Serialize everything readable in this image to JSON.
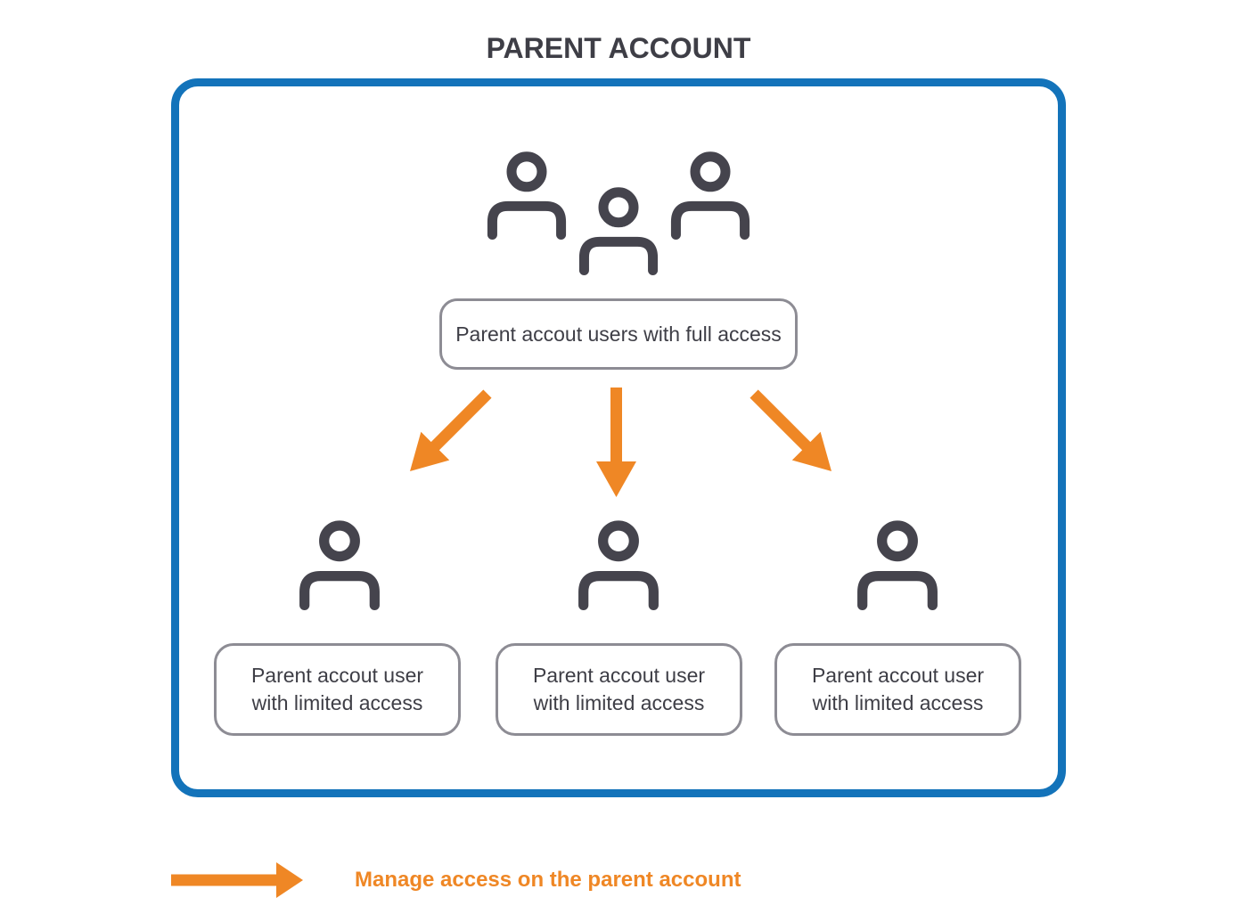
{
  "title": "PARENT ACCOUNT",
  "diagram": {
    "full_access_label": "Parent accout users with full access",
    "limited_users": [
      {
        "line1": "Parent accout user",
        "line2": "with limited access"
      },
      {
        "line1": "Parent accout user",
        "line2": "with limited access"
      },
      {
        "line1": "Parent accout user",
        "line2": "with limited access"
      }
    ]
  },
  "legend": {
    "label": "Manage access on the parent account"
  },
  "icons": {
    "top_group": "group-users-icon",
    "member": "person-icon",
    "flow_arrow": "arrow-down-icon",
    "legend_arrow": "arrow-right-icon"
  },
  "colors": {
    "frame-blue": "#1373BA",
    "accent-orange": "#EF8725",
    "icon-charcoal": "#45444D",
    "box-border-gray": "#8D8C94",
    "text-dark": "#3E3E46"
  }
}
